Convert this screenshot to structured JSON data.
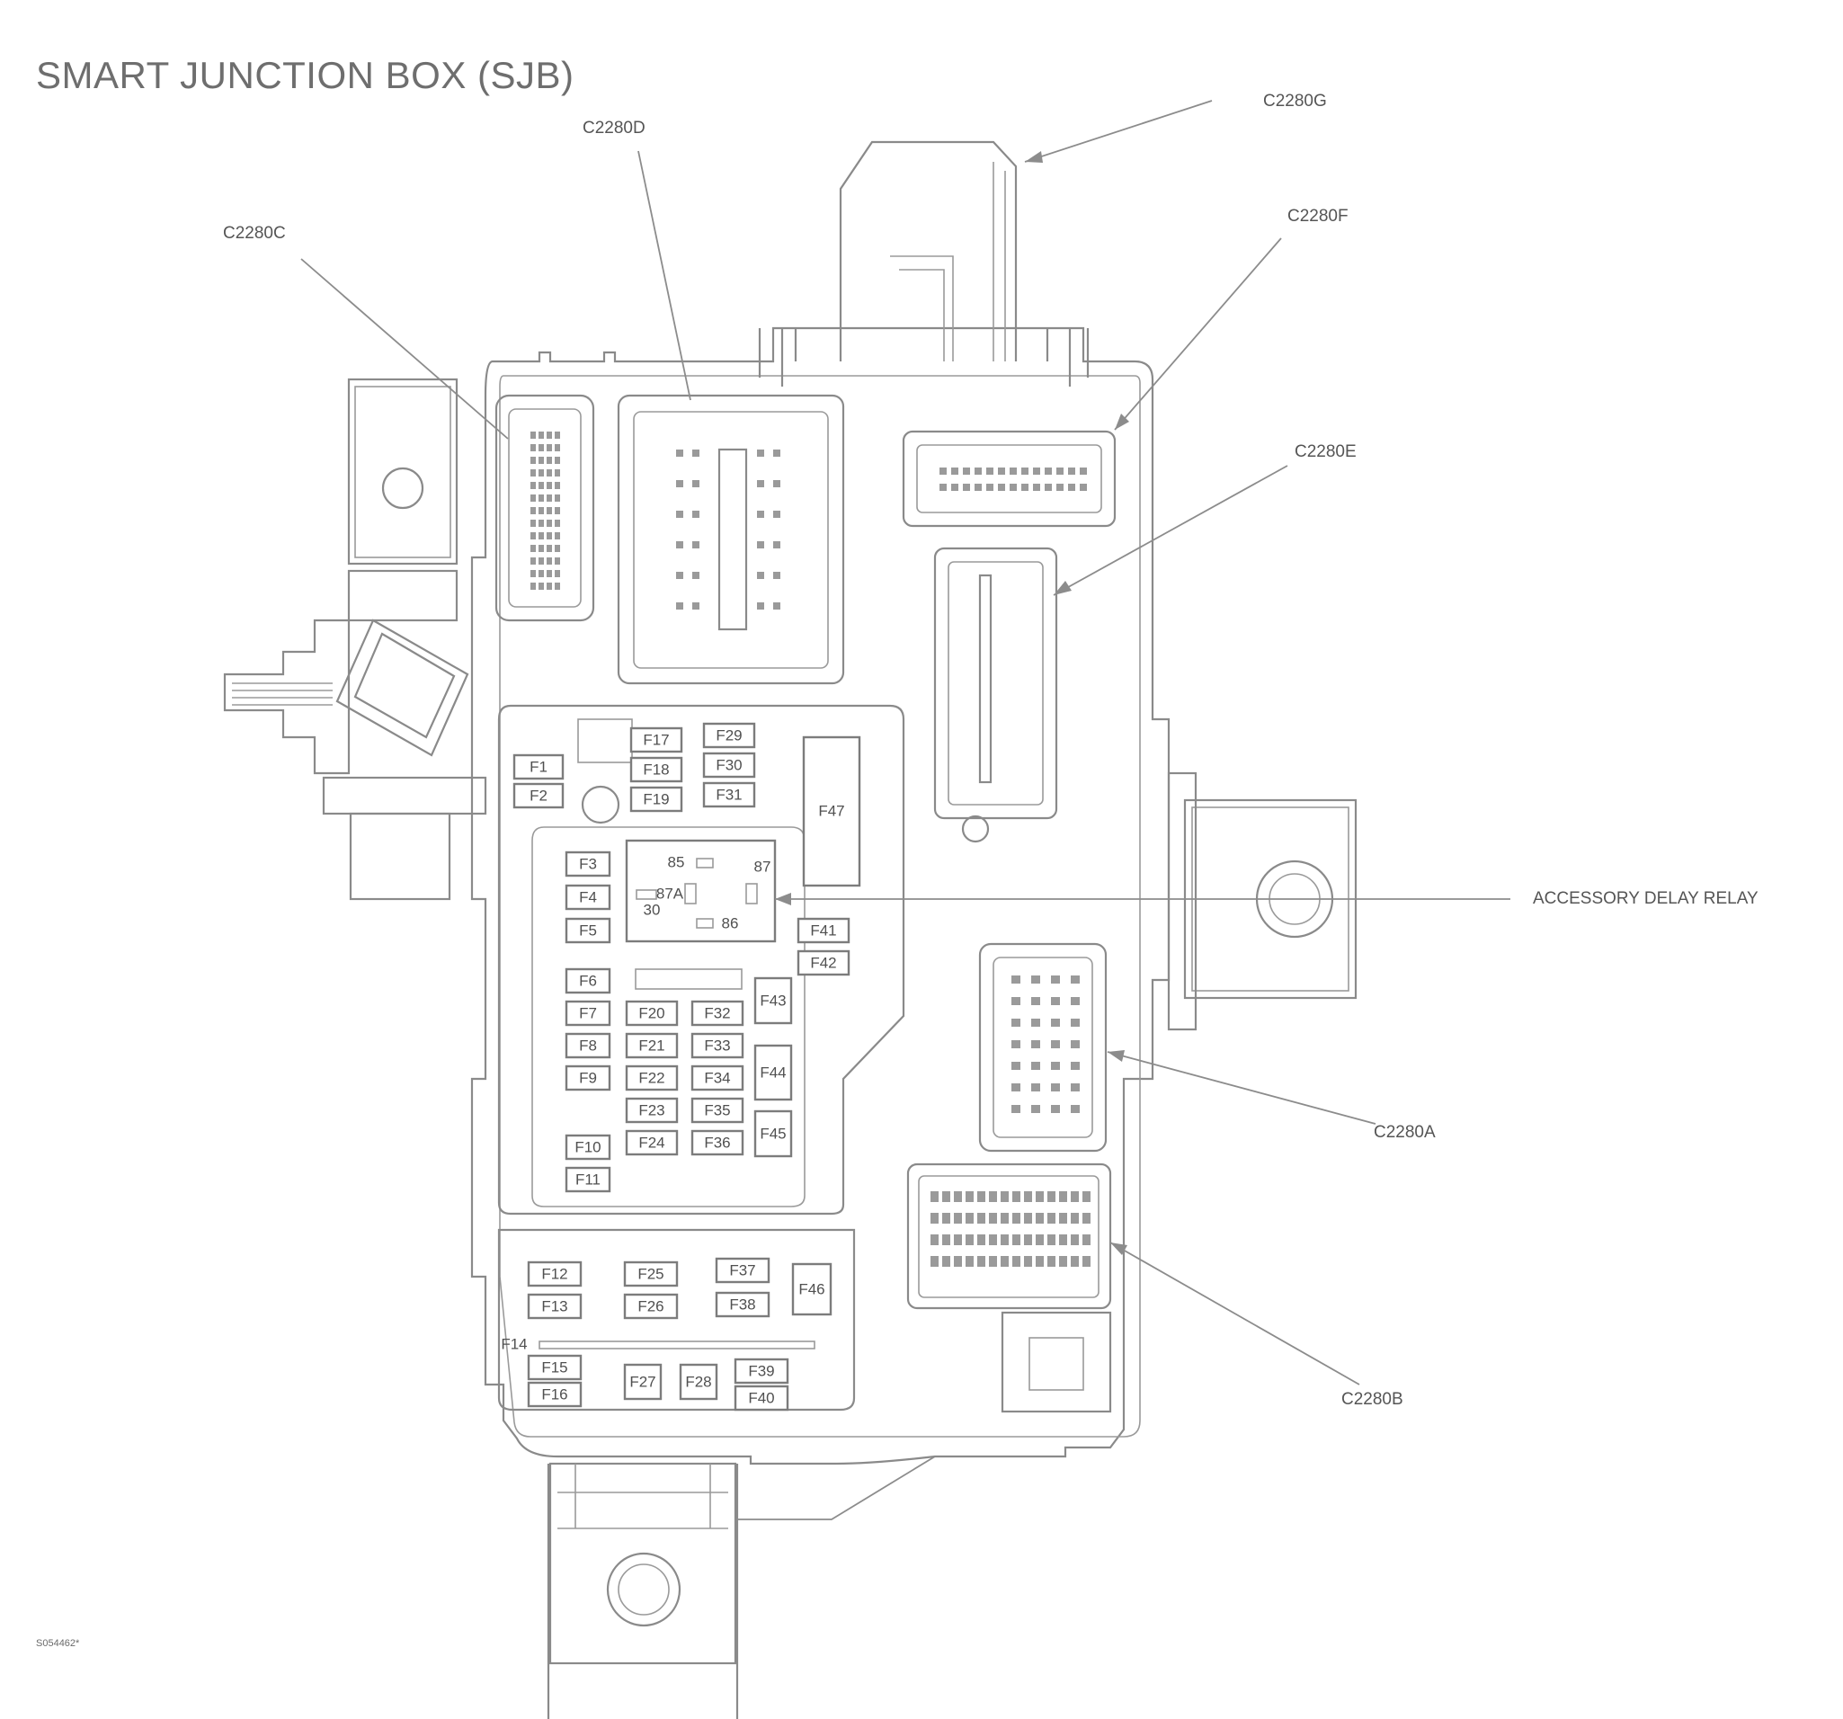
{
  "diagram": {
    "title": "SMART JUNCTION BOX (SJB)",
    "image_tag": "S054462*",
    "connectors": {
      "c2280a": "C2280A",
      "c2280b": "C2280B",
      "c2280c": "C2280C",
      "c2280d": "C2280D",
      "c2280e": "C2280E",
      "c2280f": "C2280F",
      "c2280g": "C2280G"
    },
    "relay_label": "ACCESSORY DELAY RELAY",
    "relay_pins": [
      "85",
      "87",
      "87A",
      "30",
      "86"
    ],
    "fuses": [
      "F1",
      "F2",
      "F3",
      "F4",
      "F5",
      "F6",
      "F7",
      "F8",
      "F9",
      "F10",
      "F11",
      "F12",
      "F13",
      "F14",
      "F15",
      "F16",
      "F17",
      "F18",
      "F19",
      "F20",
      "F21",
      "F22",
      "F23",
      "F24",
      "F25",
      "F26",
      "F27",
      "F28",
      "F29",
      "F30",
      "F31",
      "F32",
      "F33",
      "F34",
      "F35",
      "F36",
      "F37",
      "F38",
      "F39",
      "F40",
      "F41",
      "F42",
      "F43",
      "F44",
      "F45",
      "F46",
      "F47"
    ]
  }
}
